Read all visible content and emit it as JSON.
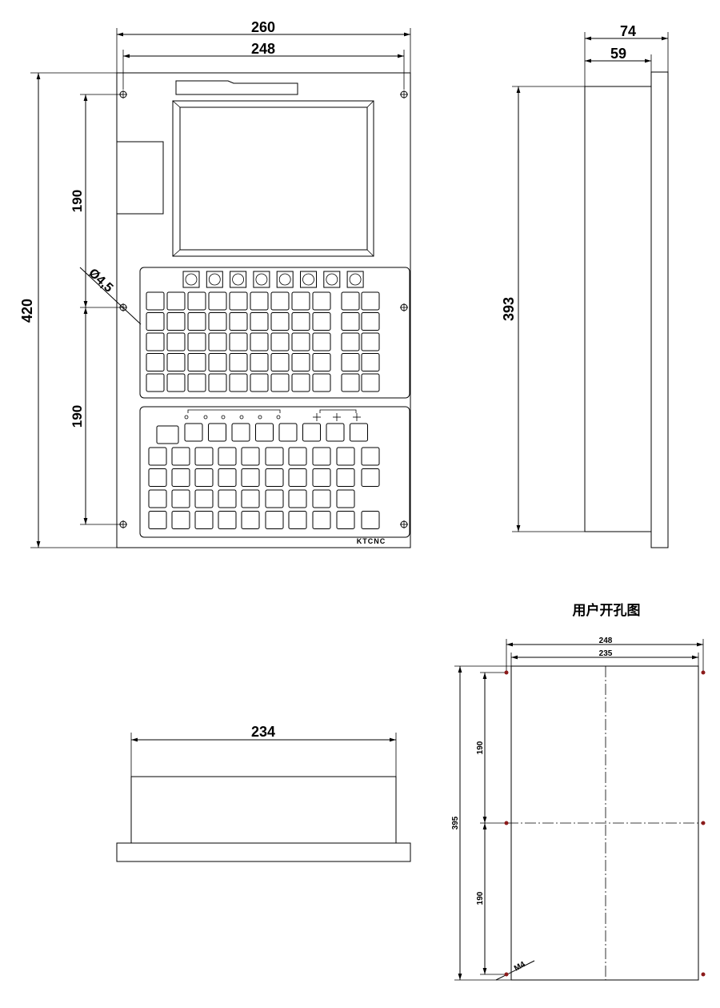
{
  "front_view": {
    "width_outer": "260",
    "width_holes": "248",
    "height_outer": "420",
    "hole_spacing_upper": "190",
    "hole_spacing_lower": "190",
    "hole_diameter": "Ø4,5",
    "logo": "KTCNC"
  },
  "side_view": {
    "depth_total": "74",
    "depth_body": "59",
    "body_height": "393"
  },
  "bottom_view": {
    "body_width": "234"
  },
  "cutout_drawing": {
    "title": "用户开孔图",
    "hole_spacing_width": "248",
    "cutout_width": "235",
    "cutout_height": "395",
    "hole_spacing_upper": "190",
    "hole_spacing_lower": "190",
    "thread": "M4"
  },
  "colors": {
    "line": "#000000",
    "hole_marker": "#8b1a1a"
  }
}
